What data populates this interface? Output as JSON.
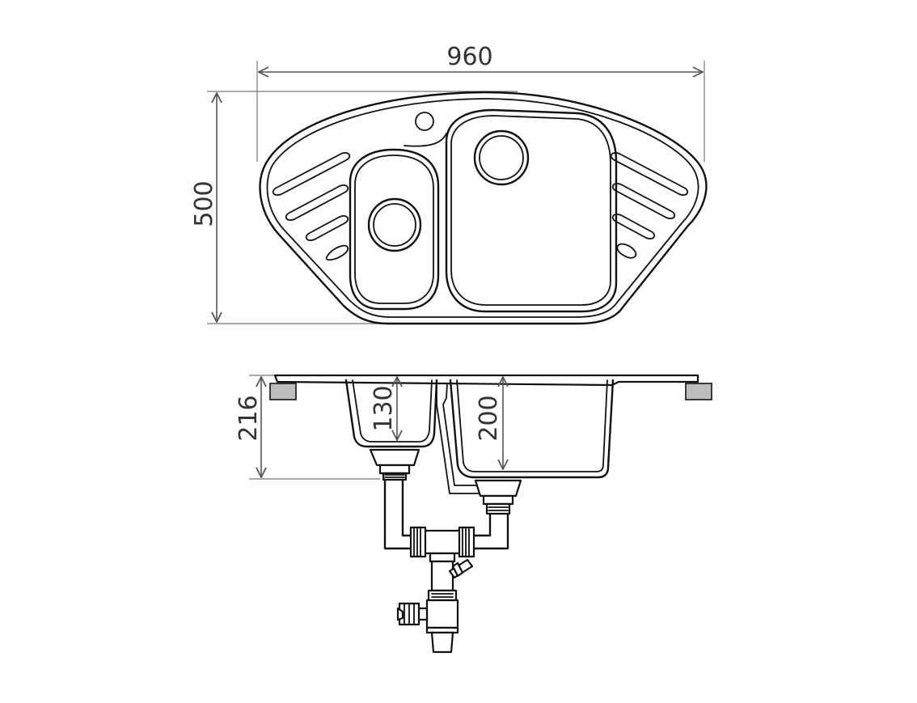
{
  "drawing": {
    "top_view": {
      "width_label": "960",
      "depth_label": "500"
    },
    "side_view": {
      "total_height_label": "216",
      "small_bowl_depth_label": "130",
      "large_bowl_depth_label": "200"
    }
  }
}
